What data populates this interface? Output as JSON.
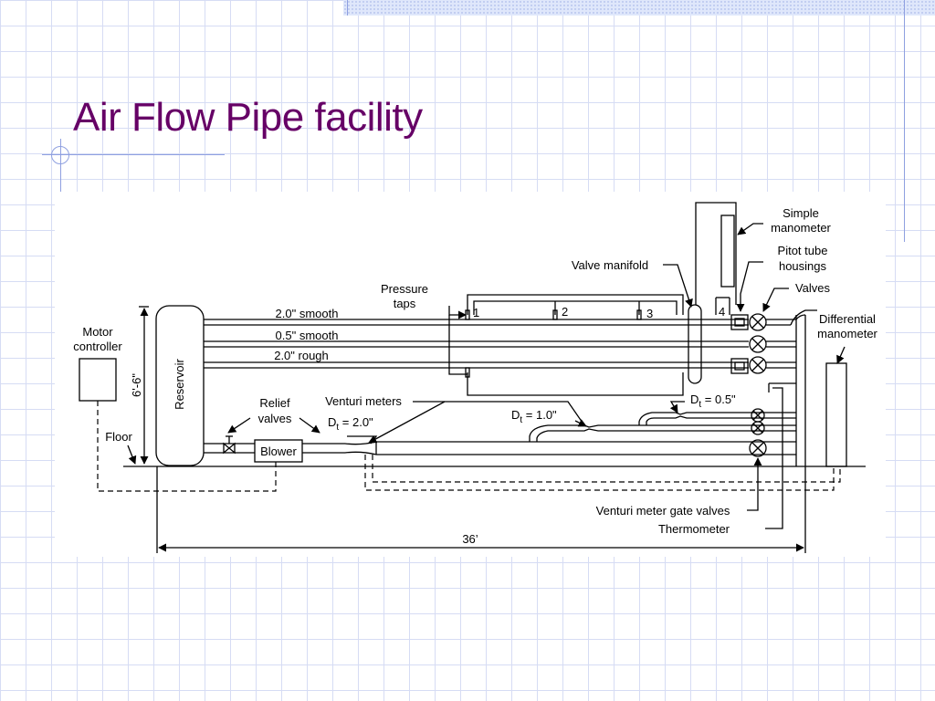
{
  "slide": {
    "title": "Air Flow Pipe facility"
  },
  "diagram": {
    "labels": {
      "simple_manometer_1": "Simple",
      "simple_manometer_2": "manometer",
      "pitot_1": "Pitot tube",
      "pitot_2": "housings",
      "valve_manifold": "Valve manifold",
      "valves": "Valves",
      "pressure_taps_1": "Pressure",
      "pressure_taps_2": "taps",
      "differential_1": "Differential",
      "differential_2": "manometer",
      "motor_1": "Motor",
      "motor_2": "controller",
      "height": "6'-6\"",
      "reservoir": "Reservoir",
      "relief_1": "Relief",
      "relief_2": "valves",
      "venturi_meters": "Venturi meters",
      "dt_2_main": "D",
      "dt_2_sub": "t",
      "dt_2_val": " = 2.0\"",
      "dt_1_main": "D",
      "dt_1_sub": "t",
      "dt_1_val": " = 1.0\"",
      "dt_05_main": "D",
      "dt_05_sub": "t",
      "dt_05_val": " = 0.5\"",
      "floor": "Floor",
      "blower": "Blower",
      "gate_valves": "Venturi meter gate valves",
      "thermometer": "Thermometer",
      "length": "36’"
    },
    "pipes": [
      "2.0\" smooth",
      "0.5\" smooth",
      "2.0\" rough"
    ],
    "taps": [
      "1",
      "2",
      "3",
      "4"
    ]
  }
}
